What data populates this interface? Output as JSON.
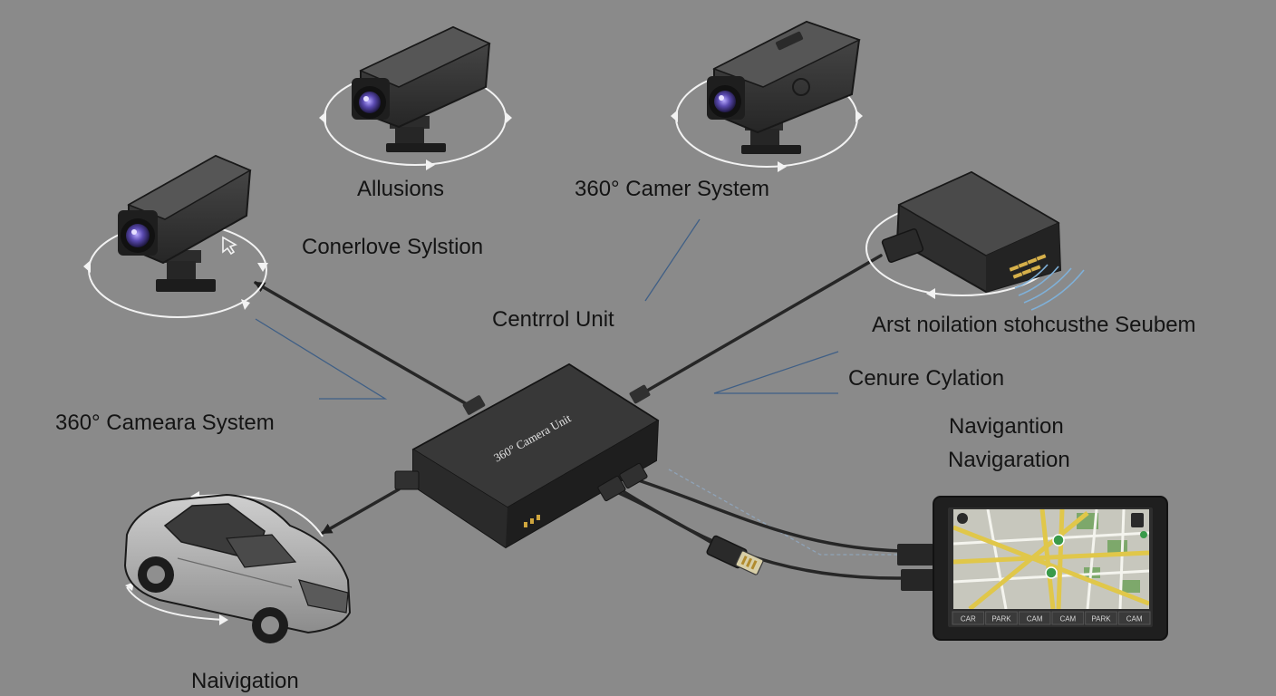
{
  "labels": {
    "cam_top_left": "Allusions",
    "cam_top_right": "360° Camer System",
    "coverage": "Conerlove Sylstion",
    "control_unit": "Centrrol Unit",
    "cam_left": "360° Cameara System",
    "module_caption": "Arst noilation stohcusthe Seubem",
    "center_caption": "Cenure Cylation",
    "nav_1": "Navigantion",
    "nav_2": "Navigaration",
    "car": "Naivigation"
  },
  "device": {
    "title": "360° Camera Unit"
  },
  "screen": {
    "buttons": [
      "CAR",
      "PARK",
      "CAM",
      "CAM",
      "PARK",
      "CAM"
    ]
  },
  "colors": {
    "background": "#8a8a8a",
    "device": "#2c2c2c",
    "cable": "#262626",
    "lens": "#5a4ab0",
    "map_road": "#e0c74a",
    "map_park": "#7da86b"
  }
}
